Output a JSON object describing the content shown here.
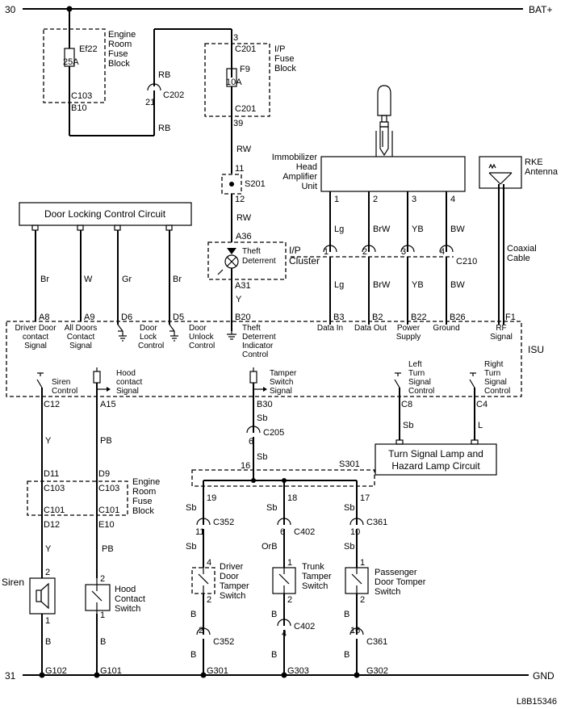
{
  "rails": {
    "top_left": "30",
    "top_right": "BAT+",
    "bottom_left": "31",
    "bottom_right": "GND"
  },
  "ecm": {
    "l1": "Engine",
    "l2": "Room",
    "l3": "Fuse",
    "l4": "Block",
    "fuse": "Ef22",
    "amp": "25A",
    "conn": "C103",
    "pin": "B10"
  },
  "ipfuse": {
    "l1": "I/P",
    "l2": "Fuse",
    "l3": "Block",
    "pin_top": "3",
    "conn_top": "C201",
    "fuse": "F9",
    "amp": "10A",
    "conn_bot": "C201",
    "pin_bot": "39"
  },
  "c202": {
    "pin": "21",
    "conn": "C202",
    "wire_top": "RB",
    "wire_bot": "RB"
  },
  "s201": {
    "wire_top": "RW",
    "pin_top": "11",
    "name": "S201",
    "pin_bot": "12",
    "wire_bot": "RW"
  },
  "cluster": {
    "pin_top": "A36",
    "name1": "I/P",
    "name2": "Cluster",
    "led1": "Theft",
    "led2": "Deterrent",
    "pin_bot": "A31",
    "wire": "Y"
  },
  "dlcc": {
    "title": "Door Locking Control Circuit"
  },
  "door_wires": [
    "Br",
    "W",
    "Gr",
    "Br"
  ],
  "immo": {
    "l1": "Immobilizer",
    "l2": "Head",
    "l3": "Amplifier",
    "l4": "Unit",
    "pins": [
      "1",
      "2",
      "3",
      "4"
    ],
    "wires_top": [
      "Lg",
      "BrW",
      "YB",
      "BW"
    ],
    "c210_pins": [
      "1",
      "2",
      "3",
      "4"
    ],
    "c210": "C210",
    "wires_bot": [
      "Lg",
      "BrW",
      "YB",
      "BW"
    ]
  },
  "rke": {
    "l1": "RKE",
    "l2": "Antenna",
    "cable1": "Coaxial",
    "cable2": "Cable"
  },
  "isu": {
    "name": "ISU",
    "pins_top": [
      "A8",
      "A9",
      "D6",
      "D5",
      "B20",
      "B3",
      "B2",
      "B22",
      "B26",
      "F1"
    ],
    "lbl": {
      "drv1": "Driver Door",
      "drv2": "contact",
      "drv3": "Signal",
      "all1": "All Doors",
      "all2": "Contact",
      "all3": "Signal",
      "lock1": "Door",
      "lock2": "Lock",
      "lock3": "Control",
      "unl1": "Door",
      "unl2": "Unlock",
      "unl3": "Control",
      "thf1": "Theft",
      "thf2": "Deterrent",
      "thf3": "Indicator",
      "thf4": "Control",
      "din": "Data In",
      "dout": "Data Out",
      "pow1": "Power",
      "pow2": "Supply",
      "gnd": "Ground",
      "rf1": "RF",
      "rf2": "Signal",
      "sir1": "Siren",
      "sir2": "Control",
      "hood1": "Hood",
      "hood2": "contact",
      "hood3": "Signal",
      "tmp1": "Tamper",
      "tmp2": "Switch",
      "tmp3": "Signal",
      "lt1": "Left",
      "lt2": "Turn",
      "lt3": "Signal",
      "lt4": "Control",
      "rt1": "Right",
      "rt2": "Turn",
      "rt3": "Signal",
      "rt4": "Control"
    },
    "pins_bot": [
      "C12",
      "A15",
      "B30",
      "C8",
      "C4"
    ]
  },
  "siren_chain": {
    "w1": "Y",
    "d_top": "D11",
    "c_top": "C103",
    "c_bot": "C101",
    "d_bot": "D12",
    "w2": "Y",
    "pin_top": "2",
    "name": "Siren",
    "pin_bot": "1",
    "w3": "B",
    "ground": "G102"
  },
  "hood_chain": {
    "w1": "PB",
    "d_top": "D9",
    "c_top": "C103",
    "c_bot": "C101",
    "d_bot": "E10",
    "w2": "PB",
    "pin_top": "2",
    "n1": "Hood",
    "n2": "Contact",
    "n3": "Switch",
    "pin_bot": "1",
    "w3": "B",
    "ground": "G101"
  },
  "ecm2": {
    "l1": "Engine",
    "l2": "Room",
    "l3": "Fuse",
    "l4": "Block"
  },
  "tamper_chain": {
    "w1": "Sb",
    "c205_pin": "6",
    "c205": "C205",
    "w2": "Sb",
    "s301_pin": "16",
    "s301": "S301",
    "branch_pins": [
      "19",
      "18",
      "17"
    ]
  },
  "drv_tamper": {
    "w1": "Sb",
    "c_pin": "11",
    "c": "C352",
    "w2": "Sb",
    "pin_top": "4",
    "n1": "Driver",
    "n2": "Door",
    "n3": "Tamper",
    "n4": "Switch",
    "pin_bot": "2",
    "w3": "B",
    "c2_pin": "2",
    "c2": "C352",
    "w4": "B",
    "ground": "G301"
  },
  "trunk": {
    "w1": "Sb",
    "c_pin": "6",
    "c": "C402",
    "w2": "OrB",
    "pin_top": "1",
    "n1": "Trunk",
    "n2": "Tamper",
    "n3": "Switch",
    "pin_bot": "2",
    "w3": "B",
    "c2_pin": "4",
    "c2": "C402",
    "w4": "B",
    "ground": "G303"
  },
  "pass_tamper": {
    "w1": "Sb",
    "c_pin": "10",
    "c": "C361",
    "w2": "Sb",
    "pin_top": "1",
    "n1": "Passenger",
    "n2": "Door Tomper",
    "n3": "Switch",
    "pin_bot": "2",
    "w3": "B",
    "c2_pin": "16",
    "c2": "C361",
    "w4": "B",
    "ground": "G302"
  },
  "turn": {
    "w_left": "Sb",
    "w_right": "L",
    "l1": "Turn Signal Lamp and",
    "l2": "Hazard Lamp Circuit"
  },
  "code": "L8B15346"
}
